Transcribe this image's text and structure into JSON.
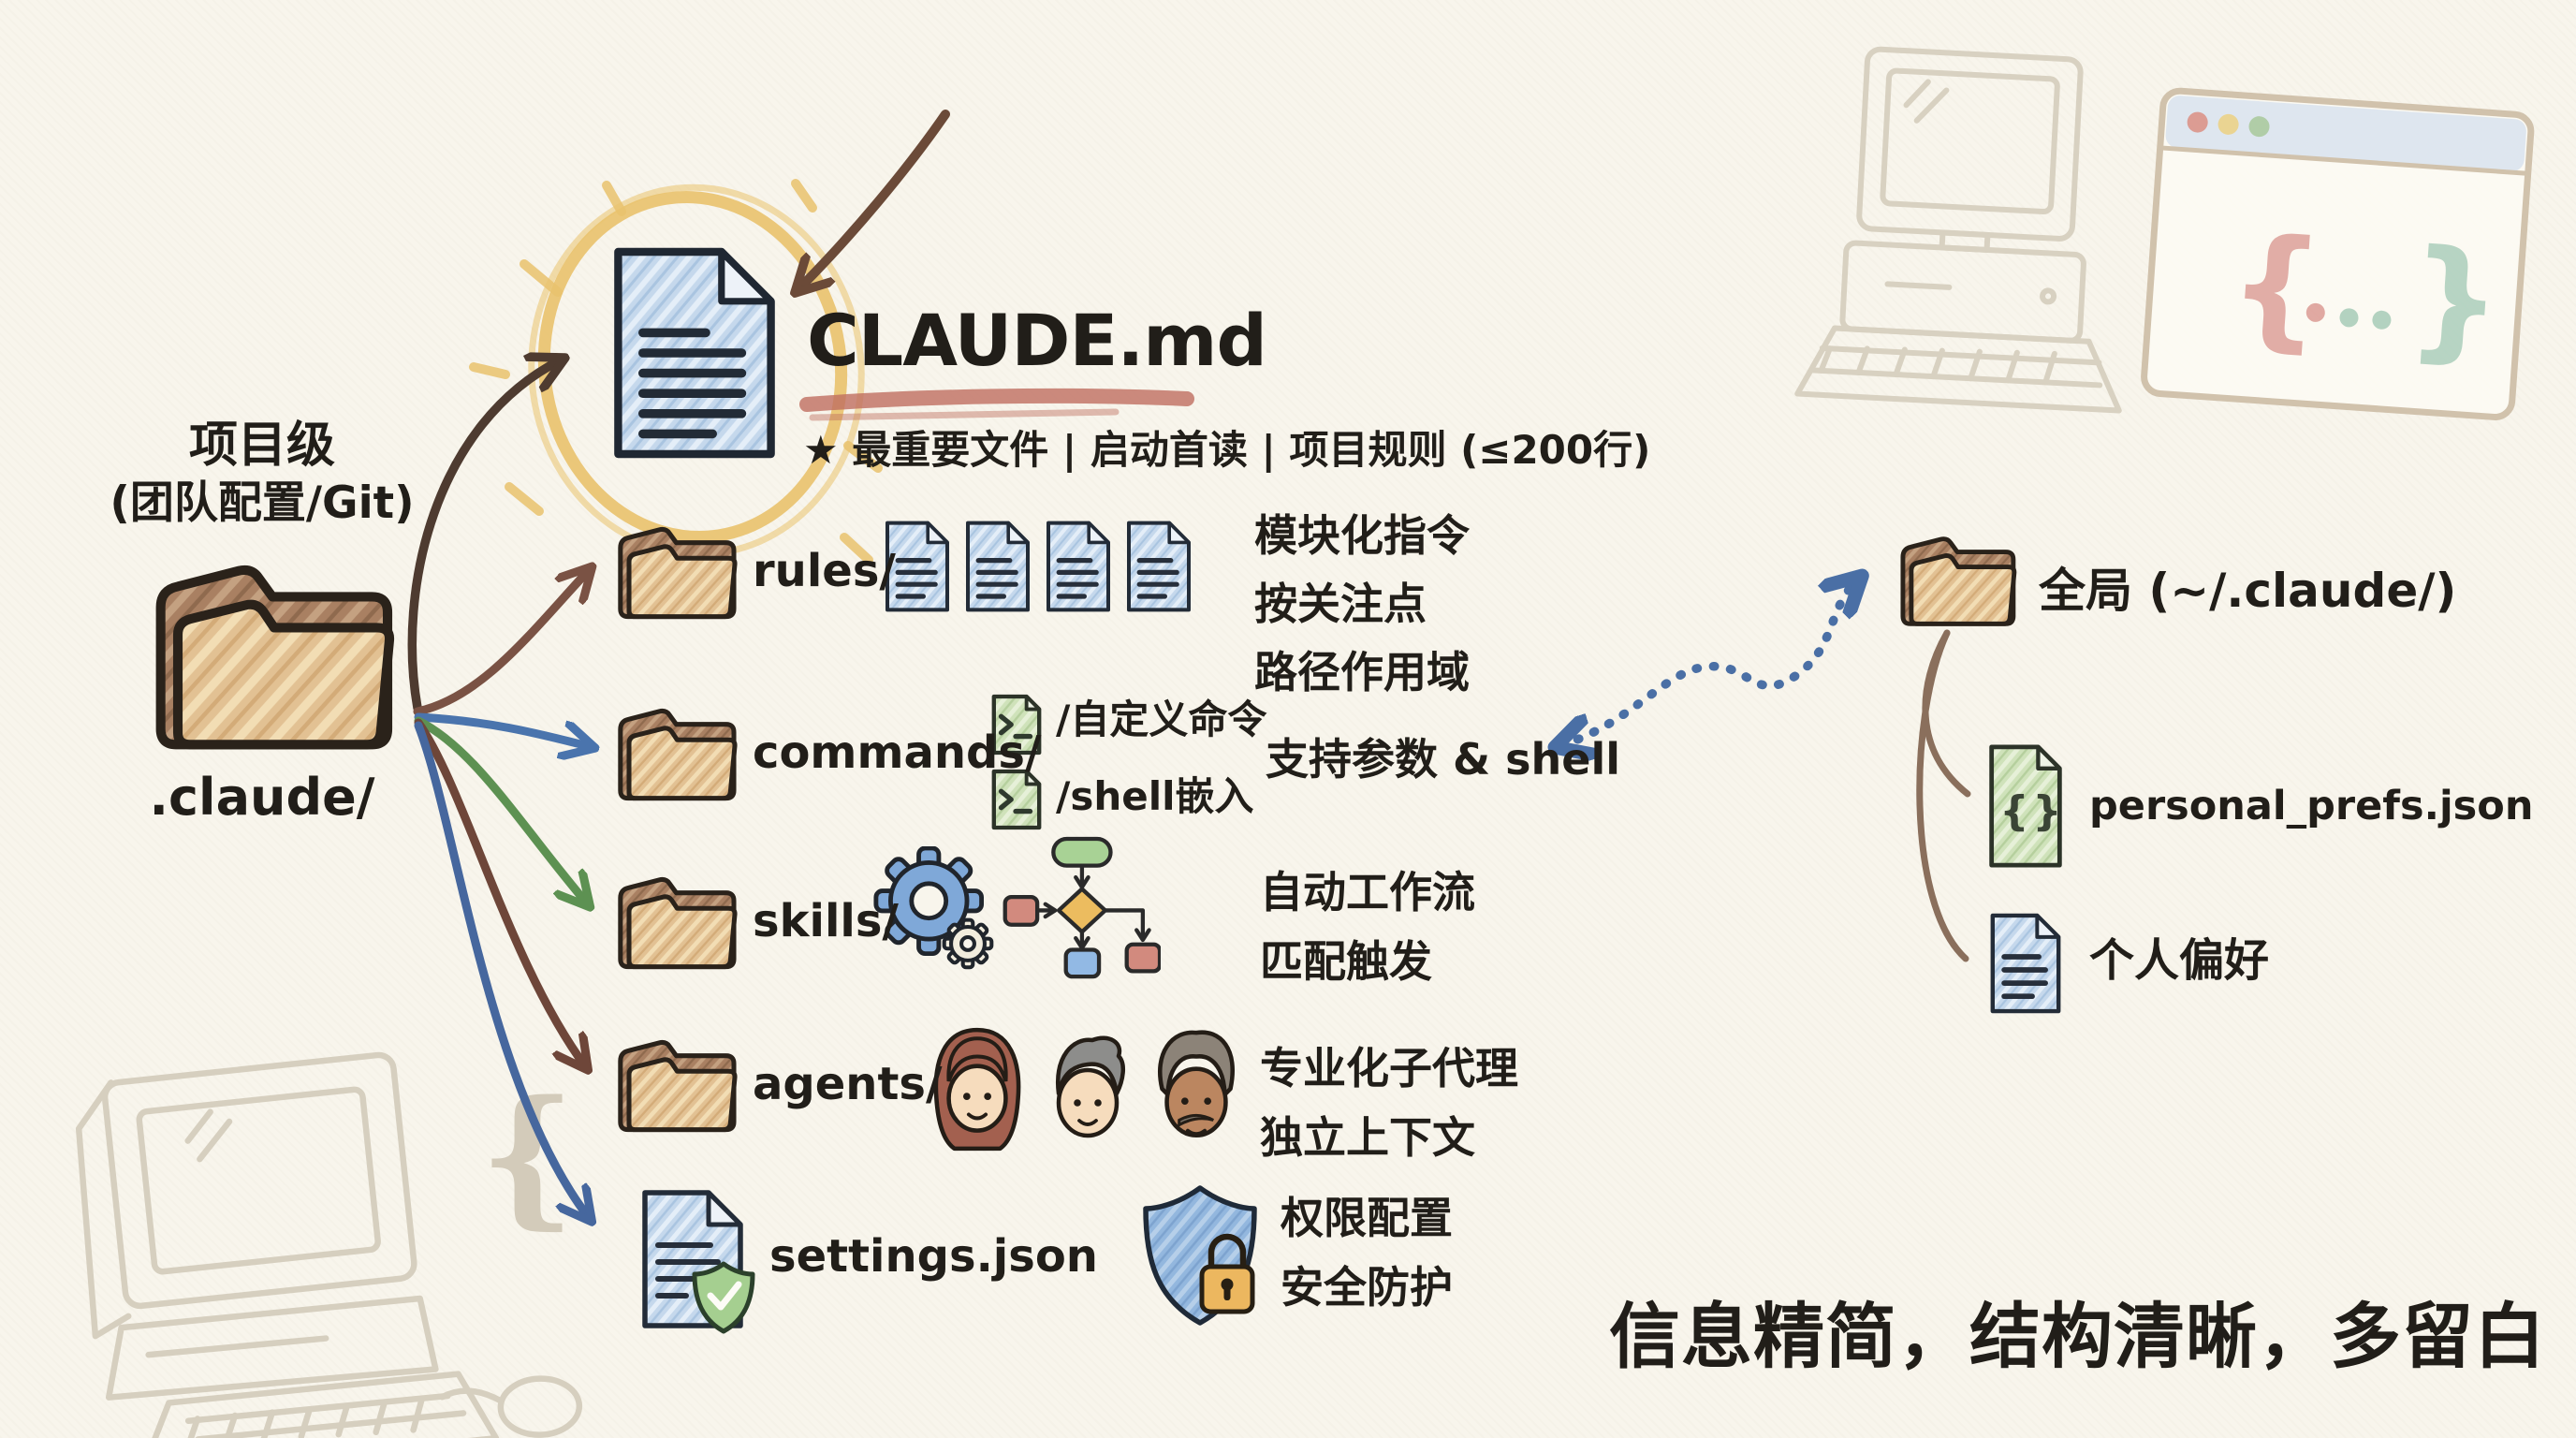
{
  "page": {
    "motto": "信息精简，结构清晰，多留白"
  },
  "project": {
    "level_line1": "项目级",
    "level_line2": "(团队配置/Git)",
    "folder_label": ".claude/"
  },
  "claude_md": {
    "title": "CLAUDE.md",
    "subtitle": "★ 最重要文件 | 启动首读 | 项目规则 (≤200行)"
  },
  "rules": {
    "label": "rules/",
    "note1": "模块化指令",
    "note2": "按关注点",
    "note3": "路径作用域"
  },
  "commands": {
    "label": "commands/",
    "item1": "/自定义命令",
    "item2": "/shell嵌入",
    "note": "支持参数 & shell"
  },
  "skills": {
    "label": "skills/",
    "note1": "自动工作流",
    "note2": "匹配触发"
  },
  "agents": {
    "label": "agents/",
    "note1": "专业化子代理",
    "note2": "独立上下文"
  },
  "settings": {
    "label": "settings.json",
    "note1": "权限配置",
    "note2": "安全防护"
  },
  "global": {
    "title": "全局 (~/.claude/)",
    "file1_label": "personal_prefs.json",
    "file2_label": "个人偏好"
  },
  "decor": {
    "code_brace_left": "{",
    "code_brace_right": "}",
    "small_brace": "{"
  },
  "colors": {
    "ink": "#211e19",
    "paper": "#f8f5ec",
    "folder_tan": "#e2c193",
    "folder_brown": "#a98062",
    "doc_blue": "#c5d8ec",
    "terminal_green": "#cfe2ba",
    "gear_blue": "#7fa8d8",
    "shield_blue": "#93b7de",
    "lock_orange": "#ecb75f",
    "highlight_yellow": "#e9c26d",
    "underline_red": "#bf6e60",
    "arrow_dark_brown": "#4e3b30",
    "arrow_brown": "#7a5244",
    "arrow_blue": "#4a74ad",
    "arrow_green": "#5d9152",
    "arrow_maroon": "#6e4639",
    "dotted_blue": "#4a6fa5"
  }
}
